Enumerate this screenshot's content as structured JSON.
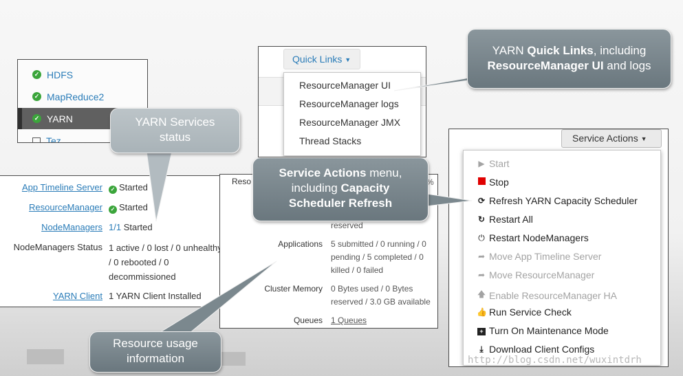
{
  "services": [
    {
      "label": "HDFS",
      "status": "ok"
    },
    {
      "label": "MapReduce2",
      "status": "ok"
    },
    {
      "label": "YARN",
      "status": "ok",
      "active": true
    },
    {
      "label": "Tez",
      "status": "client"
    }
  ],
  "summary": {
    "rows": [
      {
        "label": "App Timeline Server",
        "link": true,
        "value": "Started",
        "ok": true
      },
      {
        "label": "ResourceManager",
        "link": true,
        "value": "Started",
        "ok": true
      },
      {
        "label": "NodeManagers",
        "link": true,
        "value_strong": "1/1",
        "value": " Started"
      },
      {
        "label": "NodeManagers Status",
        "link": false,
        "lines": [
          "1 active / 0 lost / 0 unhealthy",
          "/ 0 rebooted / 0",
          "decommissioned"
        ]
      },
      {
        "label": "YARN Client",
        "link": true,
        "value": "1 YARN Client Installed"
      }
    ]
  },
  "metrics": {
    "top_label": "Reso",
    "top_value_fragment": "%",
    "reserved_fragment": "reserved",
    "rows": [
      {
        "label": "Applications",
        "lines": [
          "5 submitted / 0 running / 0",
          "pending / 5 completed / 0",
          "killed / 0 failed"
        ]
      },
      {
        "label": "Cluster Memory",
        "lines": [
          "0 Bytes used / 0 Bytes",
          "reserved / 3.0 GB available"
        ]
      },
      {
        "label": "Queues",
        "lines": [
          "1 Queues"
        ]
      }
    ]
  },
  "quick_links": {
    "button_label": "Quick Links",
    "items": [
      "ResourceManager UI",
      "ResourceManager logs",
      "ResourceManager JMX",
      "Thread Stacks"
    ]
  },
  "service_actions": {
    "button_label": "Service Actions",
    "items": [
      {
        "label": "Start",
        "icon": "play-icon",
        "disabled": true
      },
      {
        "label": "Stop",
        "icon": "stop-icon",
        "disabled": false
      },
      {
        "label": "Refresh YARN Capacity Scheduler",
        "icon": "refresh-icon",
        "disabled": false
      },
      {
        "label": "Restart All",
        "icon": "restart-icon",
        "disabled": false
      },
      {
        "label": "Restart NodeManagers",
        "icon": "power-icon",
        "disabled": false
      },
      {
        "label": "Move App Timeline Server",
        "icon": "share-arrow-icon",
        "disabled": true
      },
      {
        "label": "Move ResourceManager",
        "icon": "share-arrow-icon",
        "disabled": true
      },
      {
        "label": "Enable ResourceManager HA",
        "icon": "arrow-up-icon",
        "disabled": true
      },
      {
        "label": "Run Service Check",
        "icon": "thumbs-up-icon",
        "disabled": false
      },
      {
        "label": "Turn On Maintenance Mode",
        "icon": "medkit-icon",
        "disabled": false
      },
      {
        "label": "Download Client Configs",
        "icon": "download-icon",
        "disabled": false
      }
    ]
  },
  "callouts": {
    "quick_links": {
      "pre": "YARN ",
      "bold": "Quick Links",
      "post": ", including",
      "line2_bold": "ResourceManager UI",
      "line2_post": " and logs"
    },
    "services_status": {
      "line1": "YARN Services",
      "line2": "status"
    },
    "service_actions": {
      "bold1": "Service Actions",
      "post1": " menu,",
      "pre2": "including ",
      "bold2": "Capacity",
      "bold3": "Scheduler Refresh"
    },
    "resource_usage": {
      "line1": "Resource usage",
      "line2": "information"
    }
  },
  "watermark": "http://blog.csdn.net/wuxintdrh",
  "colors": {
    "accent_link": "#2a7cb8",
    "ok_green": "#3ba53b",
    "stop_red": "#e00000",
    "callout_gray": "#7b888e"
  }
}
